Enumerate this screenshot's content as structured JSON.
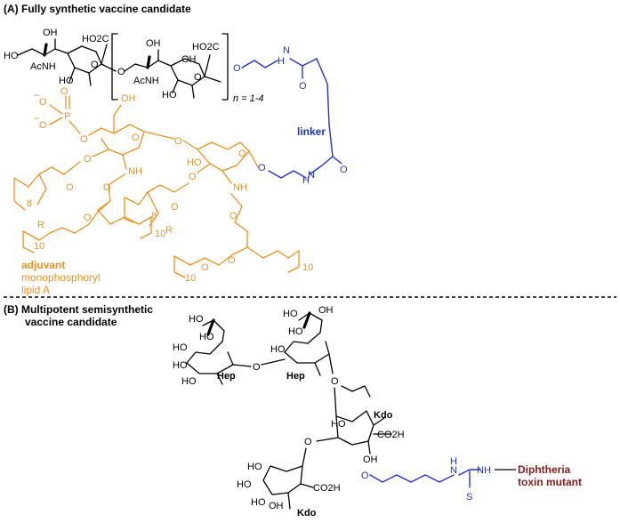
{
  "panel_a": {
    "header": "(A)  Fully synthetic vaccine candidate",
    "repeat_label": "n = 1-4",
    "linker_label": "linker",
    "adjuvant_label": "adjuvant",
    "adjuvant_desc_1": "monophosphoryl",
    "adjuvant_desc_2": "lipid A",
    "atoms": {
      "ho": "HO",
      "oh": "OH",
      "acnh": "AcNH",
      "ho2c": "HO2C",
      "o": "O",
      "nh": "NH",
      "h": "H",
      "n": "N",
      "p": "P",
      "r": "R",
      "eight": "8",
      "ten": "10",
      "minus": "–"
    }
  },
  "panel_b": {
    "header_1": "(B)  Multipotent semisynthetic",
    "header_2": "vaccine candidate",
    "hep": "Hep",
    "kdo": "Kdo",
    "co2h": "CO2H",
    "nh": "NH",
    "h": "H",
    "n": "N",
    "s": "S",
    "o": "O",
    "ho": "HO",
    "oh": "OH",
    "carrier_1": "Diphtheria",
    "carrier_2": "toxin mutant"
  },
  "colors": {
    "antigen": "#000000",
    "adjuvant": "#f0901e",
    "linker": "#2233cc",
    "carrier": "#8b1a1a"
  }
}
